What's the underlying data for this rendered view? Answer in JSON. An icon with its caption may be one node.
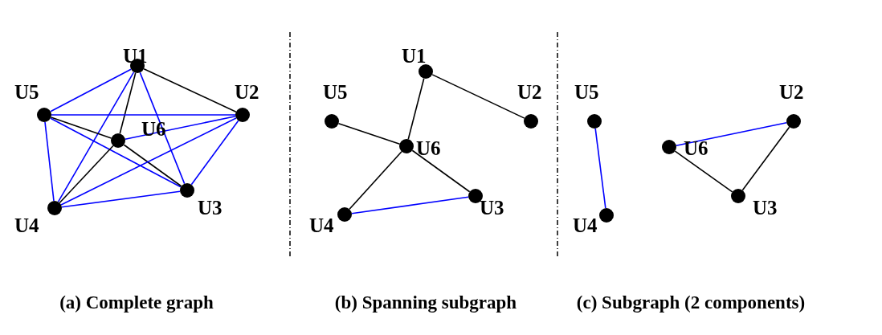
{
  "diagram": {
    "nodes": [
      {
        "text": [
          "U1"
        ]
      },
      {
        "text": [
          "U5"
        ]
      },
      {
        "text": [
          "U2"
        ]
      },
      {
        "text": [
          "U6"
        ]
      },
      {
        "text": [
          "U4"
        ]
      },
      {
        "text": [
          "U3"
        ]
      },
      {
        "text": [
          "U1"
        ]
      },
      {
        "text": [
          "U5"
        ]
      },
      {
        "text": [
          "U2"
        ]
      },
      {
        "text": [
          "U6"
        ]
      },
      {
        "text": [
          "U4"
        ]
      },
      {
        "text": [
          "U3"
        ]
      },
      {
        "text": [
          "U5"
        ]
      },
      {
        "text": [
          "U2"
        ]
      },
      {
        "text": [
          "U6"
        ]
      },
      {
        "text": [
          "U4"
        ]
      },
      {
        "text": [
          "U3"
        ]
      }
    ],
    "edges": [
      {
        "from": 0,
        "to": 2,
        "arrow": "none",
        "color": "#000000"
      },
      {
        "from": 0,
        "to": 3,
        "arrow": "none",
        "color": "#000000"
      },
      {
        "from": 0,
        "to": 1,
        "arrow": "none"
      },
      {
        "from": 0,
        "to": 4,
        "arrow": "none"
      },
      {
        "from": 0,
        "to": 5,
        "arrow": "none"
      },
      {
        "from": 1,
        "to": 2,
        "arrow": "none"
      },
      {
        "from": 1,
        "to": 3,
        "arrow": "none",
        "color": "#000000"
      },
      {
        "from": 1,
        "to": 5,
        "arrow": "none"
      },
      {
        "from": 1,
        "to": 4,
        "arrow": "none"
      },
      {
        "from": 3,
        "to": 2,
        "arrow": "none"
      },
      {
        "from": 3,
        "to": 5,
        "arrow": "none",
        "color": "#000000"
      },
      {
        "from": 3,
        "to": 4,
        "arrow": "none",
        "color": "#000000"
      },
      {
        "from": 2,
        "to": 4,
        "arrow": "none"
      },
      {
        "from": 2,
        "to": 5,
        "arrow": "none"
      },
      {
        "from": 4,
        "to": 5,
        "arrow": "none"
      },
      {
        "from": 6,
        "to": 8,
        "arrow": "none",
        "color": "#000000"
      },
      {
        "from": 6,
        "to": 9,
        "arrow": "none",
        "color": "#000000"
      },
      {
        "from": 7,
        "to": 9,
        "arrow": "none",
        "color": "#000000"
      },
      {
        "from": 9,
        "to": 10,
        "arrow": "none",
        "color": "#000000"
      },
      {
        "from": 9,
        "to": 11,
        "arrow": "none",
        "color": "#000000"
      },
      {
        "from": 10,
        "to": 11,
        "arrow": "none"
      },
      {
        "from": 12,
        "to": 15,
        "arrow": "none"
      },
      {
        "from": 14,
        "to": 13,
        "arrow": "none"
      },
      {
        "from": 14,
        "to": 16,
        "arrow": "none",
        "color": "#000000"
      },
      {
        "from": 16,
        "to": 13,
        "arrow": "none",
        "color": "#000000"
      }
    ],
    "labels": [
      "(a) Complete graph",
      "(b) Spanning subgraph",
      "(c) Subgraph (2 components)"
    ]
  }
}
